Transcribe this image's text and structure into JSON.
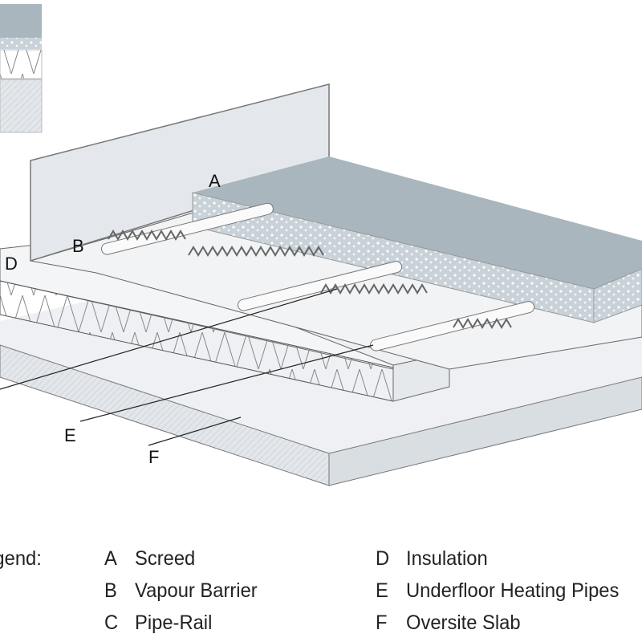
{
  "diagram": {
    "labels": {
      "A": "A",
      "B": "B",
      "D": "D",
      "E": "E",
      "F": "F"
    }
  },
  "legend": {
    "title": "Legend:",
    "items": [
      {
        "key": "A",
        "text": "Screed"
      },
      {
        "key": "B",
        "text": "Vapour Barrier"
      },
      {
        "key": "C",
        "text": "Pipe-Rail"
      },
      {
        "key": "D",
        "text": "Insulation"
      },
      {
        "key": "E",
        "text": "Underfloor Heating Pipes"
      },
      {
        "key": "F",
        "text": "Oversite Slab"
      }
    ]
  },
  "colors": {
    "screed": "#9fadb5",
    "wall": "#e4e8ec",
    "slab": "#dfe3e8",
    "line": "#333333"
  }
}
